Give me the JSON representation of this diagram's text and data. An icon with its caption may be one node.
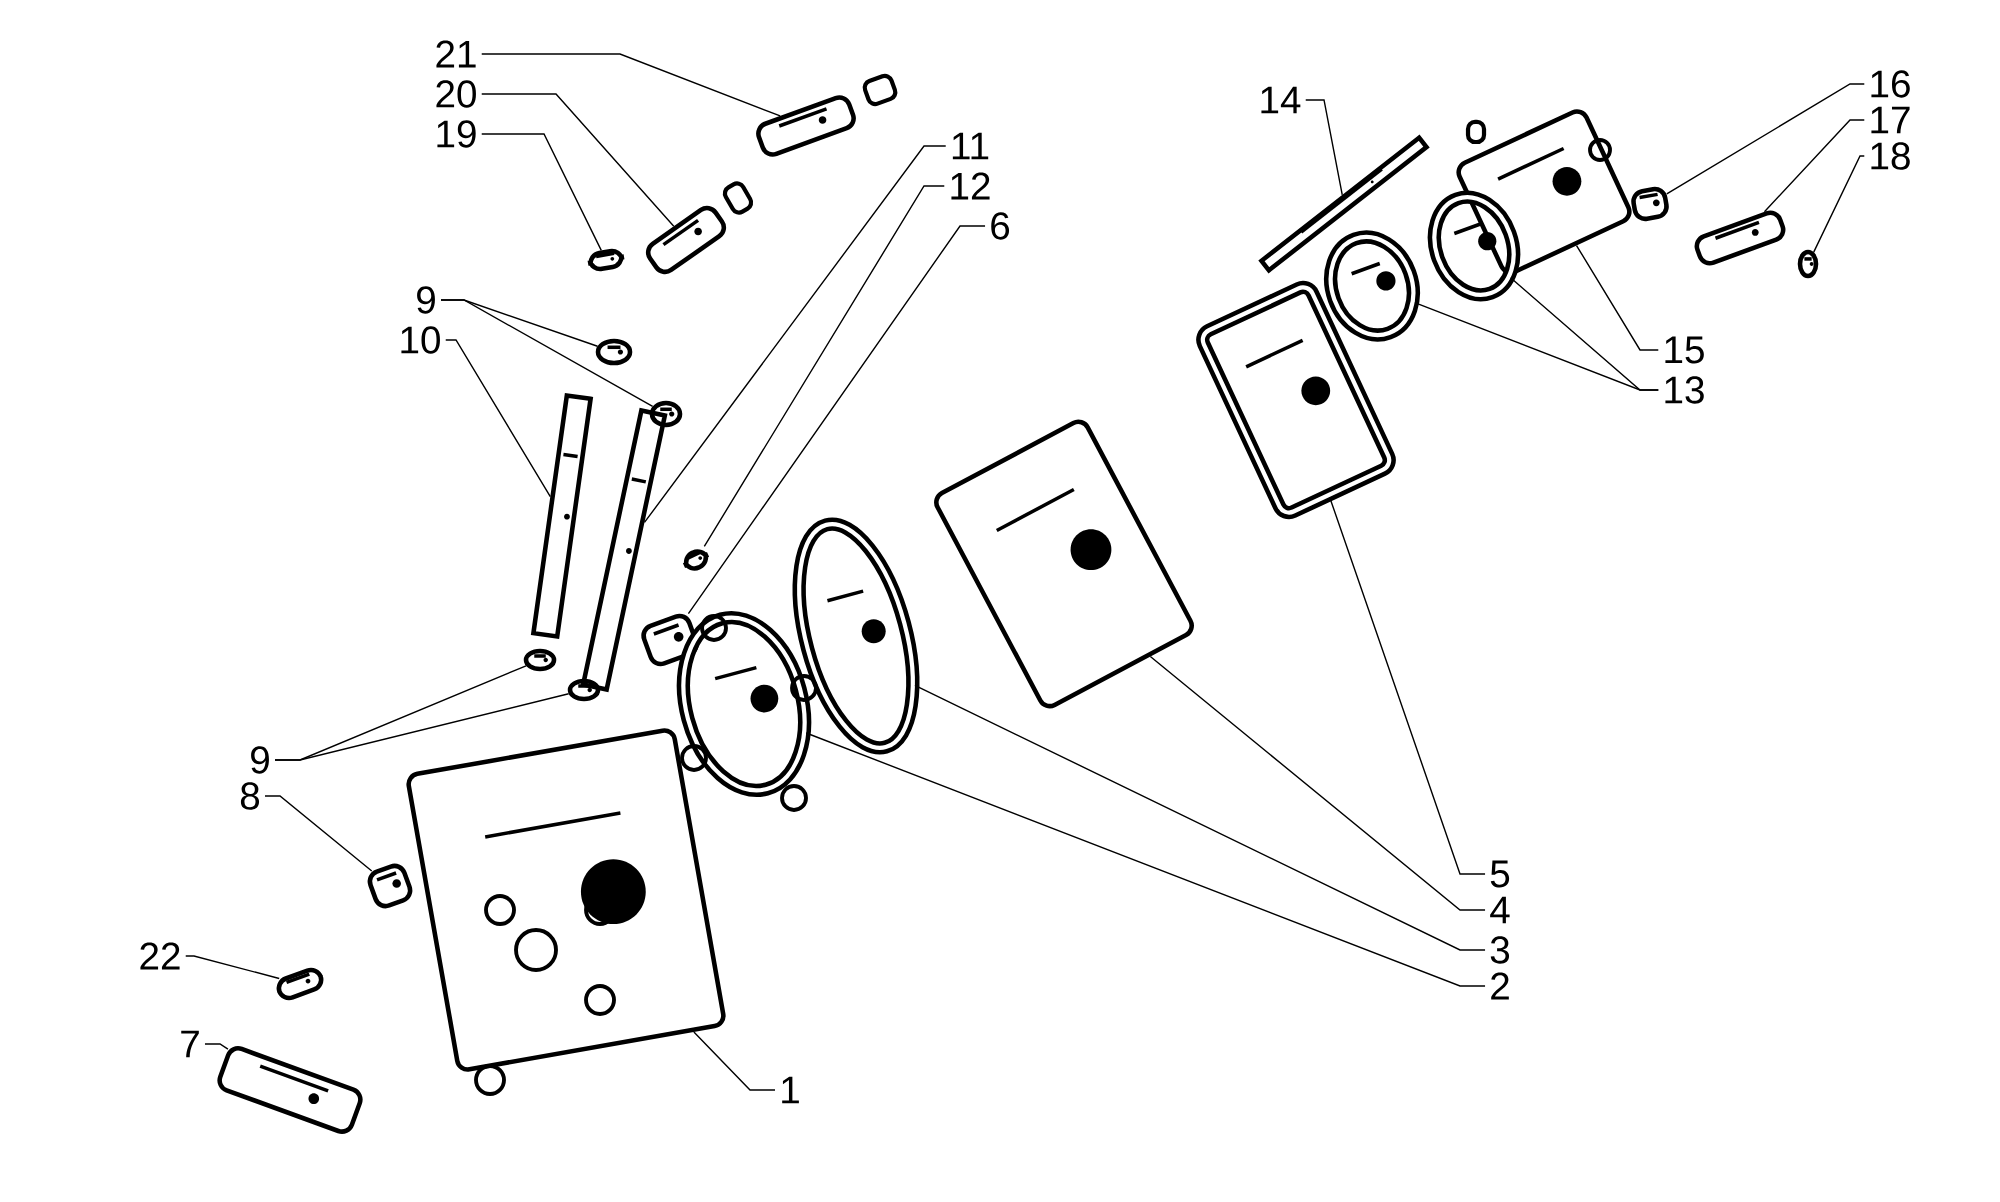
{
  "diagram": {
    "nodes": [
      {
        "text": [
          "21"
        ]
      },
      {
        "text": [
          "20"
        ]
      },
      {
        "text": [
          "19"
        ]
      },
      {
        "text": [
          "11"
        ]
      },
      {
        "text": [
          "12"
        ]
      },
      {
        "text": [
          "6"
        ]
      },
      {
        "text": [
          "14"
        ]
      },
      {
        "text": [
          "16"
        ]
      },
      {
        "text": [
          "17"
        ]
      },
      {
        "text": [
          "18"
        ]
      },
      {
        "text": [
          "9"
        ]
      },
      {
        "text": [
          "10"
        ]
      },
      {
        "text": [
          "15"
        ]
      },
      {
        "text": [
          "13"
        ]
      },
      {
        "text": [
          "9"
        ]
      },
      {
        "text": [
          "8"
        ]
      },
      {
        "text": [
          "5"
        ]
      },
      {
        "text": [
          "4"
        ]
      },
      {
        "text": [
          "3"
        ]
      },
      {
        "text": [
          "22"
        ]
      },
      {
        "text": [
          "2"
        ]
      },
      {
        "text": [
          "7"
        ]
      },
      {
        "text": [
          "1"
        ]
      },
      {
        "text": [],
        "shape": "picture"
      },
      {
        "text": [],
        "shape": "picture"
      },
      {
        "text": [],
        "shape": "picture"
      },
      {
        "text": [],
        "shape": "picture"
      },
      {
        "text": [],
        "shape": "picture"
      },
      {
        "text": [],
        "shape": "picture"
      },
      {
        "text": [],
        "shape": "picture"
      },
      {
        "text": [],
        "shape": "picture"
      },
      {
        "text": [],
        "shape": "picture"
      },
      {
        "text": [],
        "shape": "picture"
      },
      {
        "text": [],
        "shape": "picture"
      },
      {
        "text": [],
        "shape": "picture"
      },
      {
        "text": [],
        "shape": "picture"
      },
      {
        "text": [],
        "shape": "picture"
      },
      {
        "text": [],
        "shape": "picture"
      },
      {
        "text": [],
        "shape": "picture"
      },
      {
        "text": [],
        "shape": "picture"
      },
      {
        "text": [],
        "shape": "picture"
      },
      {
        "text": [],
        "shape": "picture"
      },
      {
        "text": [],
        "shape": "picture"
      },
      {
        "text": [],
        "shape": "picture"
      },
      {
        "text": [],
        "shape": "picture"
      },
      {
        "text": [],
        "shape": "picture"
      },
      {
        "text": [],
        "shape": "picture"
      },
      {
        "text": [],
        "shape": "picture"
      },
      {
        "text": [],
        "shape": "picture"
      }
    ],
    "edges": [
      {
        "from": 0,
        "to": 23,
        "arrow": "none"
      },
      {
        "from": 1,
        "to": 24,
        "arrow": "none"
      },
      {
        "from": 2,
        "to": 25,
        "arrow": "none"
      },
      {
        "from": 10,
        "to": 26,
        "arrow": "none"
      },
      {
        "from": 10,
        "to": 27,
        "arrow": "none"
      },
      {
        "from": 11,
        "to": 28,
        "arrow": "none"
      },
      {
        "from": 3,
        "to": 29,
        "arrow": "none"
      },
      {
        "from": 4,
        "to": 30,
        "arrow": "none"
      },
      {
        "from": 5,
        "to": 31,
        "arrow": "none"
      },
      {
        "from": 6,
        "to": 32,
        "arrow": "none"
      },
      {
        "from": 12,
        "to": 33,
        "arrow": "none"
      },
      {
        "from": 13,
        "to": 34,
        "arrow": "none"
      },
      {
        "from": 13,
        "to": 35,
        "arrow": "none"
      },
      {
        "from": 7,
        "to": 36,
        "arrow": "none"
      },
      {
        "from": 8,
        "to": 37,
        "arrow": "none"
      },
      {
        "from": 9,
        "to": 38,
        "arrow": "none"
      },
      {
        "from": 16,
        "to": 39,
        "arrow": "none"
      },
      {
        "from": 17,
        "to": 40,
        "arrow": "none"
      },
      {
        "from": 18,
        "to": 41,
        "arrow": "none"
      },
      {
        "from": 20,
        "to": 42,
        "arrow": "none"
      },
      {
        "from": 14,
        "to": 43,
        "arrow": "none"
      },
      {
        "from": 14,
        "to": 44,
        "arrow": "none"
      },
      {
        "from": 15,
        "to": 45,
        "arrow": "none"
      },
      {
        "from": 19,
        "to": 46,
        "arrow": "none"
      },
      {
        "from": 21,
        "to": 47,
        "arrow": "none"
      },
      {
        "from": 22,
        "to": 48,
        "arrow": "none"
      }
    ]
  }
}
